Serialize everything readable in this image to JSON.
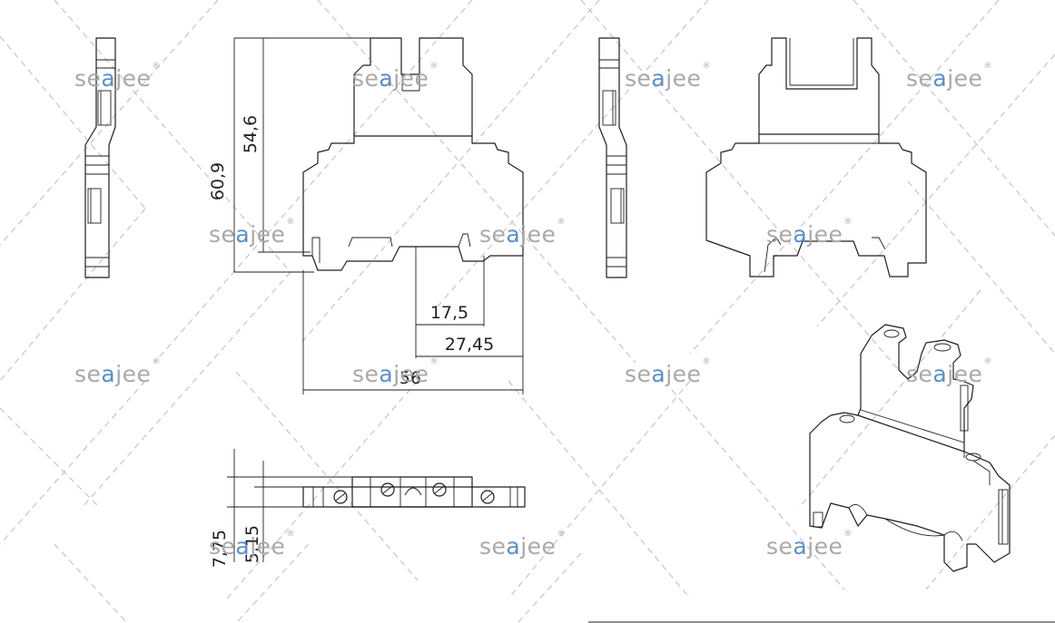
{
  "brand": {
    "prefix": "se",
    "accent_letter": "a",
    "suffix": "jee",
    "registered_mark": "®",
    "text_color": "#a9a9a9",
    "accent_color": "#5b8fc7"
  },
  "dimensions": {
    "total_height": "60,9",
    "body_height": "54,6",
    "rail_offset": "17,5",
    "half_width": "27,45",
    "total_width": "56",
    "plan_depth_outer": "7,75",
    "plan_depth_inner": "5,15"
  },
  "views": [
    "side-view-left",
    "front-view-dimensioned",
    "side-view-right",
    "front-view-plain",
    "top-view",
    "isometric-view"
  ]
}
